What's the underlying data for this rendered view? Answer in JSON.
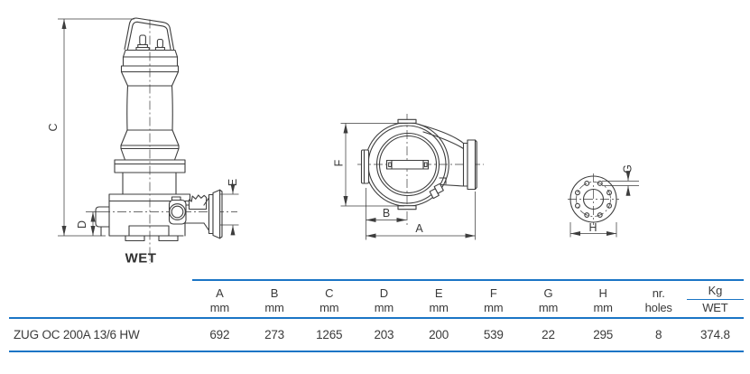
{
  "drawing": {
    "pump_caption": "WET",
    "dims": {
      "A": "A",
      "B": "B",
      "C": "C",
      "D": "D",
      "E": "E",
      "F": "F",
      "G": "G",
      "H": "H"
    }
  },
  "table": {
    "columns": [
      {
        "label": "A",
        "unit": "mm"
      },
      {
        "label": "B",
        "unit": "mm"
      },
      {
        "label": "C",
        "unit": "mm"
      },
      {
        "label": "D",
        "unit": "mm"
      },
      {
        "label": "E",
        "unit": "mm"
      },
      {
        "label": "F",
        "unit": "mm"
      },
      {
        "label": "G",
        "unit": "mm"
      },
      {
        "label": "H",
        "unit": "mm"
      },
      {
        "label": "nr.",
        "unit": "holes"
      },
      {
        "label": "Kg",
        "unit": "WET"
      }
    ],
    "rows": [
      {
        "model": "ZUG OC 200A 13/6 HW",
        "values": [
          "692",
          "273",
          "1265",
          "203",
          "200",
          "539",
          "22",
          "295",
          "8",
          "374.8"
        ]
      }
    ]
  },
  "colors": {
    "accent": "#1b75c5",
    "ink": "#3a3a3a"
  }
}
